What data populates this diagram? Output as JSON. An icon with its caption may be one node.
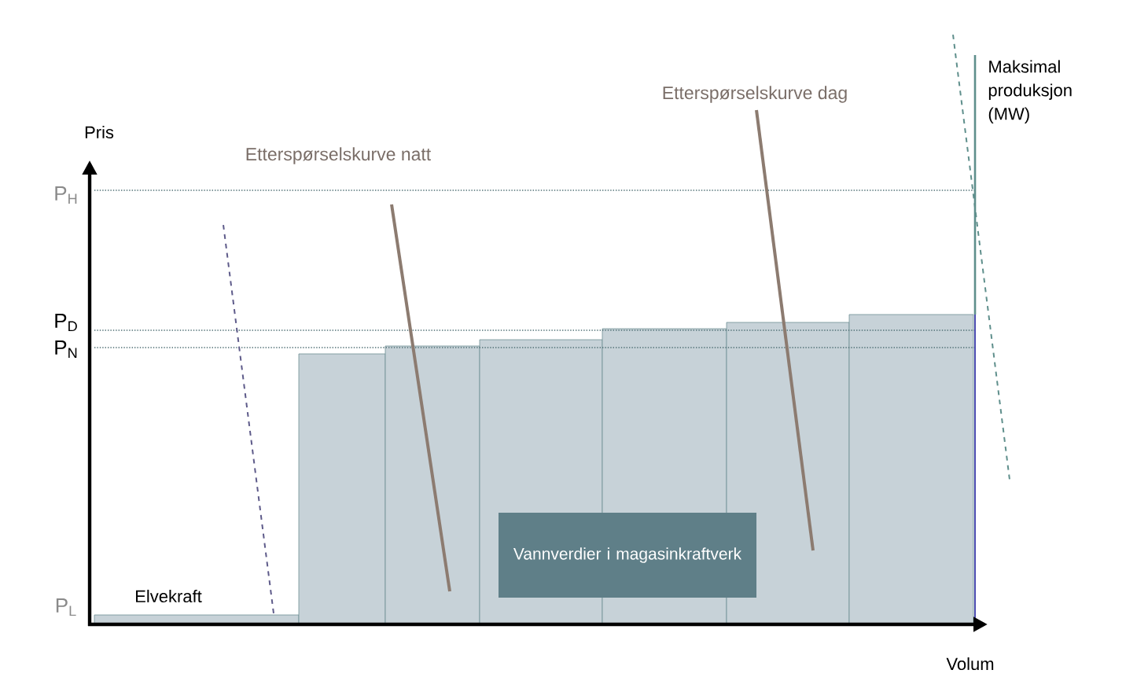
{
  "diagram": {
    "nodes": [
      {
        "text": [
          "Vannverdier i magasinkraftverk"
        ]
      }
    ],
    "labels": [
      "Maksimal produksjon (MW)",
      "Etterspørselskurve dag",
      "Pris",
      "Etterspørselskurve natt",
      "P$_{H}$",
      "P$_{D}$",
      "P$_{N}$",
      "Elvekraft",
      "P$_{L}$",
      "Volum"
    ]
  }
}
